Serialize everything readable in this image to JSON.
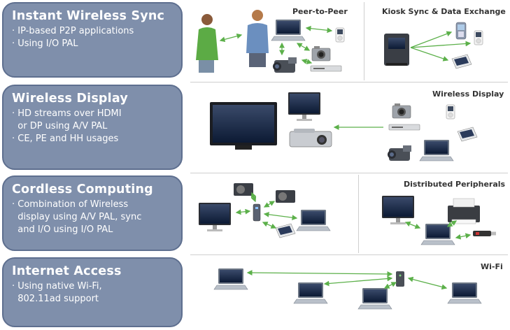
{
  "cards": [
    {
      "title": "Instant Wireless Sync",
      "lines": [
        {
          "text": "IP-based P2P applications",
          "cont": false
        },
        {
          "text": "Using I/O PAL",
          "cont": false
        }
      ]
    },
    {
      "title": "Wireless Display",
      "lines": [
        {
          "text": "HD streams over HDMI",
          "cont": false
        },
        {
          "text": "or DP using A/V PAL",
          "cont": true
        },
        {
          "text": "CE, PE and HH usages",
          "cont": false
        }
      ]
    },
    {
      "title": "Cordless Computing",
      "lines": [
        {
          "text": "Combination of Wireless",
          "cont": false
        },
        {
          "text": "display using A/V PAL, sync",
          "cont": true
        },
        {
          "text": "and I/O using I/O PAL",
          "cont": true
        }
      ]
    },
    {
      "title": "Internet Access",
      "lines": [
        {
          "text": "Using native Wi-Fi,",
          "cont": false
        },
        {
          "text": "802.11ad support",
          "cont": true
        }
      ]
    }
  ],
  "panels": {
    "p2p": "Peer-to-Peer",
    "kiosk": "Kiosk Sync & Data Exchange",
    "display": "Wireless Display",
    "peripherals": "Distributed Peripherals",
    "wifi": "Wi-Fi"
  },
  "colors": {
    "card_bg": "#7f8fab",
    "arrow": "#5cb04a"
  }
}
